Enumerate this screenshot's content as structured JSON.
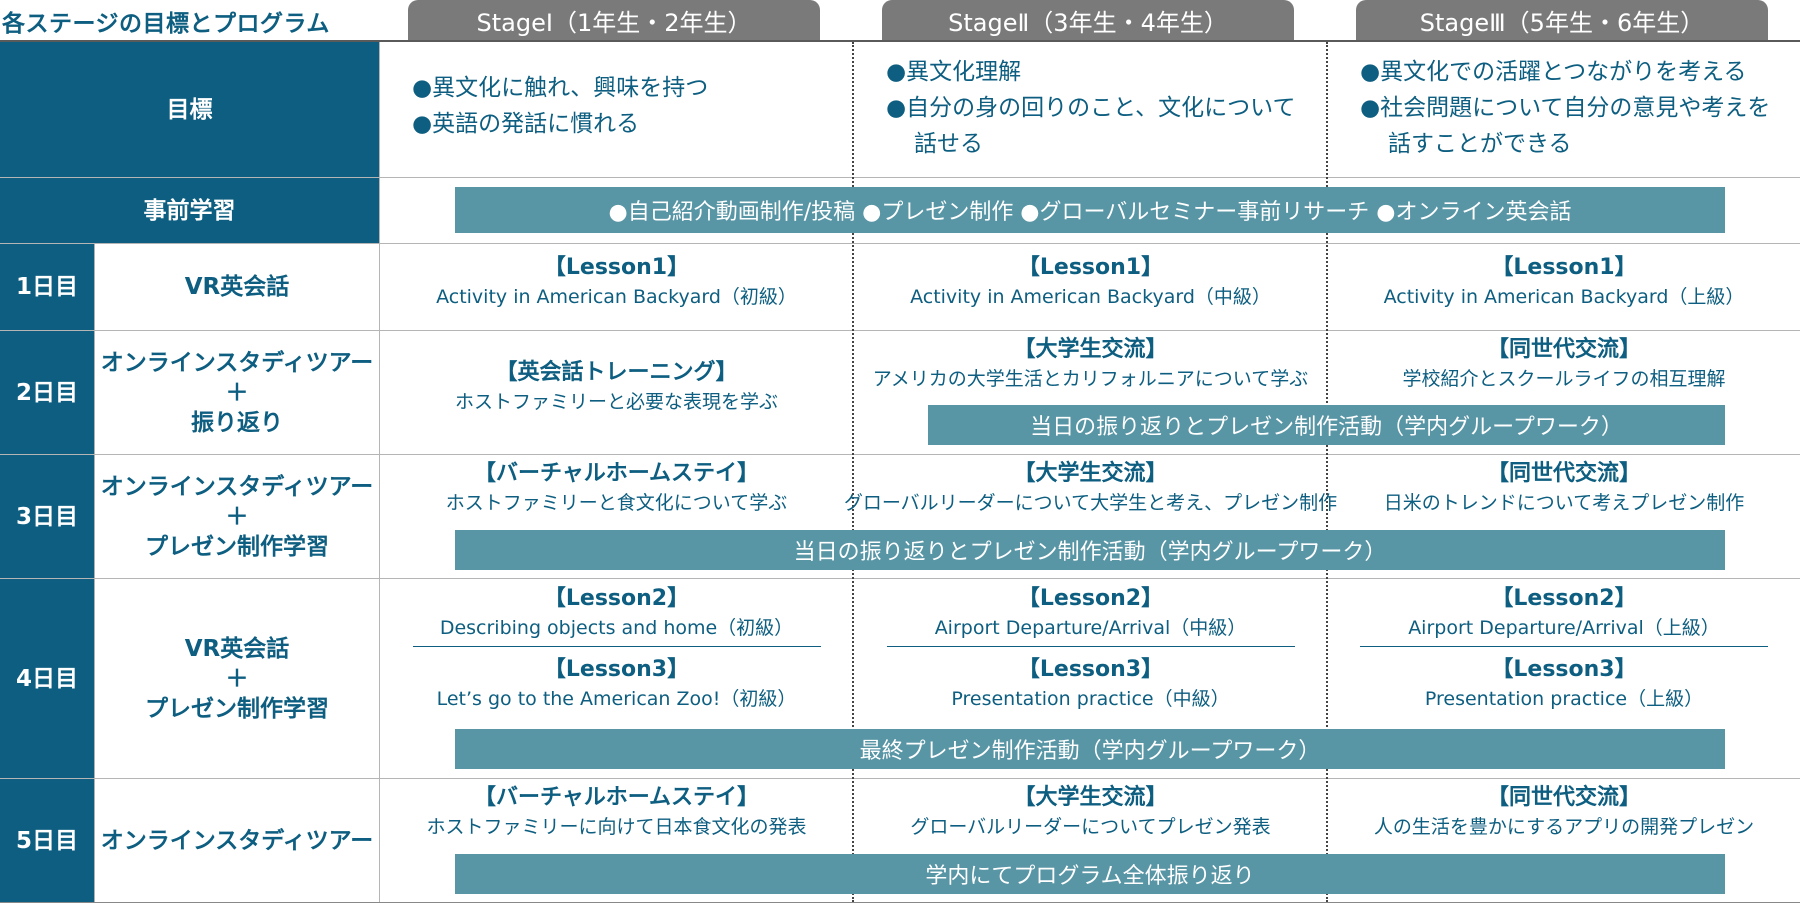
{
  "page_title": "各ステージの目標とプログラム",
  "stages": [
    {
      "label": "StageⅠ（1年生・2年生）"
    },
    {
      "label": "StageⅡ（3年生・4年生）"
    },
    {
      "label": "StageⅢ（5年生・6年生）"
    }
  ],
  "goals": {
    "header": "目標",
    "stage1": [
      "●異文化に触れ、興味を持つ",
      "●英語の発話に慣れる"
    ],
    "stage2": [
      "●異文化理解",
      "●自分の身の回りのこと、文化について話せる"
    ],
    "stage3": [
      "●異文化での活躍とつながりを考える",
      "●社会問題について自分の意見や考えを話すことができる"
    ]
  },
  "pre_study": {
    "header": "事前学習",
    "bar": "●自己紹介動画制作/投稿 ●プレゼン制作 ●グローバルセミナー事前リサーチ ●オンライン英会話"
  },
  "days": {
    "d1": {
      "day": "1日目",
      "activity": "VR英会話",
      "cells": [
        {
          "title": "【Lesson1】",
          "desc": "Activity in American Backyard（初級）"
        },
        {
          "title": "【Lesson1】",
          "desc": "Activity in American Backyard（中級）"
        },
        {
          "title": "【Lesson1】",
          "desc": "Activity in American Backyard（上級）"
        }
      ]
    },
    "d2": {
      "day": "2日目",
      "activity": [
        "オンラインスタディツアー",
        "＋",
        "振り返り"
      ],
      "cells": [
        {
          "title": "【英会話トレーニング】",
          "desc": "ホストファミリーと必要な表現を学ぶ"
        },
        {
          "title": "【大学生交流】",
          "desc": "アメリカの大学生活とカリフォルニアについて学ぶ"
        },
        {
          "title": "【同世代交流】",
          "desc": "学校紹介とスクールライフの相互理解"
        }
      ],
      "bar": "当日の振り返りとプレゼン制作活動（学内グループワーク）"
    },
    "d3": {
      "day": "3日目",
      "activity": [
        "オンラインスタディツアー",
        "＋",
        "プレゼン制作学習"
      ],
      "cells": [
        {
          "title": "【バーチャルホームステイ】",
          "desc": "ホストファミリーと食文化について学ぶ"
        },
        {
          "title": "【大学生交流】",
          "desc": "グローバルリーダーについて大学生と考え、プレゼン制作"
        },
        {
          "title": "【同世代交流】",
          "desc": "日米のトレンドについて考えプレゼン制作"
        }
      ],
      "bar": "当日の振り返りとプレゼン制作活動（学内グループワーク）"
    },
    "d4": {
      "day": "4日目",
      "activity": [
        "VR英会話",
        "＋",
        "プレゼン制作学習"
      ],
      "cells": [
        {
          "title": "【Lesson2】",
          "desc": "Describing objects and home（初級）",
          "title2": "【Lesson3】",
          "desc2": "Let’s go to the American Zoo!（初級）"
        },
        {
          "title": "【Lesson2】",
          "desc": "Airport Departure/Arrival（中級）",
          "title2": "【Lesson3】",
          "desc2": "Presentation practice（中級）"
        },
        {
          "title": "【Lesson2】",
          "desc": "Airport Departure/Arrival（上級）",
          "title2": "【Lesson3】",
          "desc2": "Presentation practice（上級）"
        }
      ],
      "bar": "最終プレゼン制作活動（学内グループワーク）"
    },
    "d5": {
      "day": "5日目",
      "activity": "オンラインスタディツアー",
      "cells": [
        {
          "title": "【バーチャルホームステイ】",
          "desc": "ホストファミリーに向けて日本食文化の発表"
        },
        {
          "title": "【大学生交流】",
          "desc": "グローバルリーダーについてプレゼン発表"
        },
        {
          "title": "【同世代交流】",
          "desc": "人の生活を豊かにするアプリの開発プレゼン"
        }
      ],
      "bar": "学内にてプログラム全体振り返り"
    }
  },
  "colors": {
    "header_bg": "#0d5e80",
    "bar_bg": "#5895a5",
    "tab_bg": "#7a7a7a",
    "text": "#0d5e80"
  }
}
